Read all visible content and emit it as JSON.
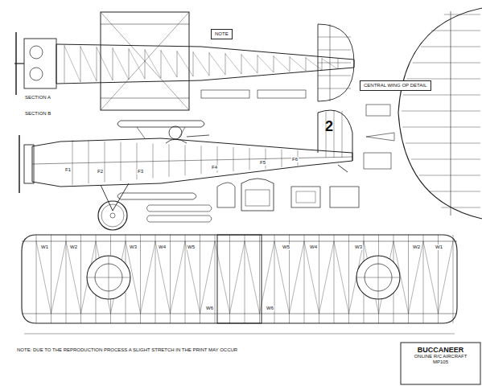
{
  "diagram": {
    "nodes": [
      {
        "text": [
          "NOTE"
        ]
      },
      {
        "text": [
          "CENTRAL WING OP DETAIL"
        ]
      },
      {
        "text": [
          "BUCCANEER",
          "ONLINE R/C AIRCRAFT",
          "MP105"
        ]
      }
    ],
    "labels": [
      "SECTION A",
      "SECTION B",
      "2",
      "F1",
      "F2",
      "F3",
      "F4",
      "F5",
      "F6",
      "W1",
      "W2",
      "W3",
      "W4",
      "W5",
      "W6",
      "W6",
      "W5",
      "W4",
      "W3",
      "W2",
      "W1",
      "NOTE: DUE TO THE REPRODUCTION PROCESS A SLIGHT STRETCH IN THE PRINT MAY OCCUR"
    ]
  }
}
